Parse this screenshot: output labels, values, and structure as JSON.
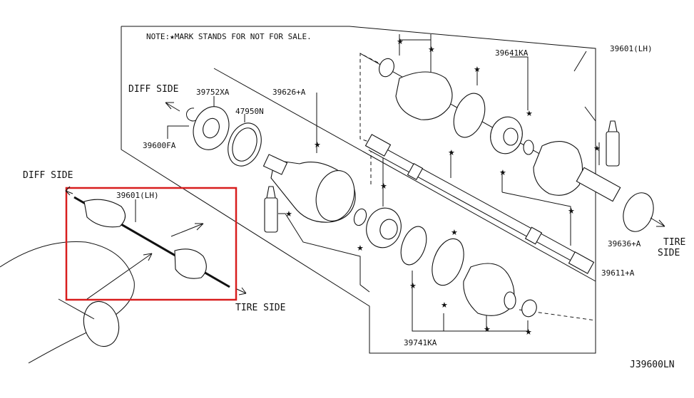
{
  "note": "NOTE:★MARK STANDS FOR NOT FOR SALE.",
  "diagram_code": "J39600LN",
  "sides": {
    "diff_side_upper": "DIFF SIDE",
    "diff_side_lower": "DIFF SIDE",
    "tire_side_lower": "TIRE SIDE",
    "tire_side_right_1": "TIRE",
    "tire_side_right_2": "SIDE"
  },
  "part_labels": {
    "p39601_main": "39601(LH)",
    "p39601_inset": "39601(LH)",
    "p39641KA": "39641KA",
    "p39752XA": "39752XA",
    "p39626A": "39626+A",
    "p47950N": "47950N",
    "p39600FA": "39600FA",
    "p39636A": "39636+A",
    "p39611A": "39611+A",
    "p39741KA": "39741KA"
  },
  "highlight_color": "#d81e1e",
  "star_symbol": "★"
}
